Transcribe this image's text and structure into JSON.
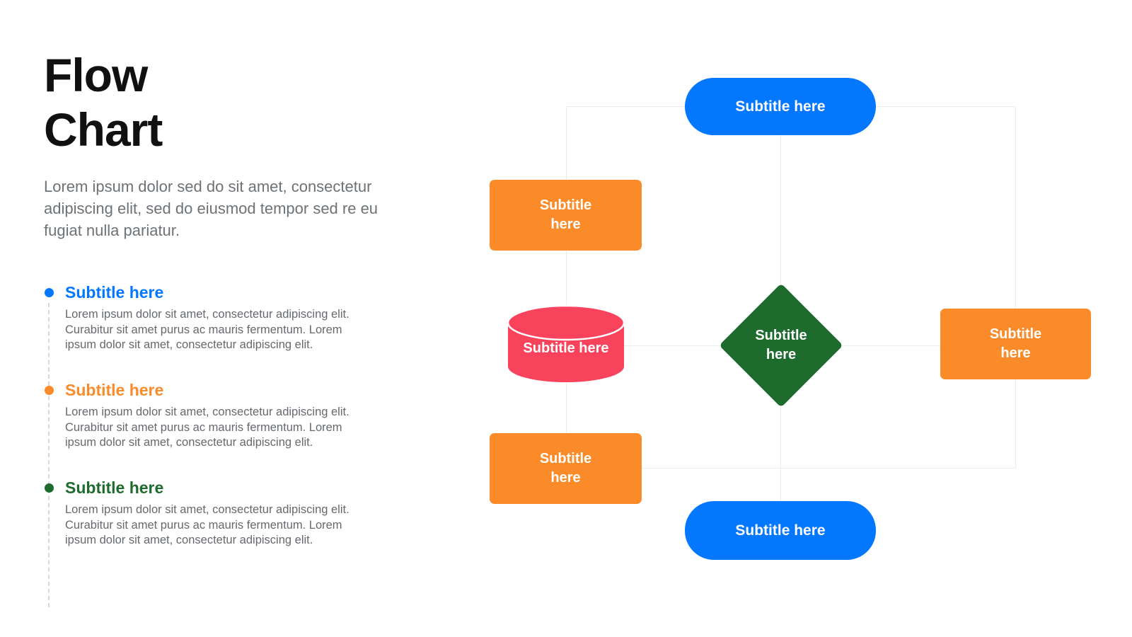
{
  "slide": {
    "title": "Flow\nChart",
    "intro": "Lorem ipsum dolor sed do sit amet, consectetur\nadipiscing elit, sed do eiusmod tempor sed re eu\nfugiat nulla pariatur.",
    "sections": [
      {
        "heading": "Subtitle here",
        "color": "#0377FD",
        "body": "Lorem ipsum dolor sit amet, consectetur adipiscing elit.\nCurabitur sit amet purus ac mauris fermentum. Lorem\nipsum dolor sit amet, consectetur adipiscing elit."
      },
      {
        "heading": "Subtitle here",
        "color": "#FB8B28",
        "body": "Lorem ipsum dolor sit amet, consectetur adipiscing elit.\nCurabitur sit amet purus ac mauris fermentum. Lorem\nipsum dolor sit amet, consectetur adipiscing elit."
      },
      {
        "heading": "Subtitle here",
        "color": "#1E6B2E",
        "body": "Lorem ipsum dolor sit amet, consectetur adipiscing elit.\nCurabitur sit amet purus ac mauris fermentum. Lorem\nipsum dolor sit amet, consectetur adipiscing elit."
      }
    ]
  },
  "flowchart": {
    "connector_color": "#ECECEC",
    "nodes": [
      {
        "id": "start-pill",
        "shape": "pill",
        "label": "Subtitle here",
        "color": "#0377FD"
      },
      {
        "id": "process-upper-left",
        "shape": "rectangle",
        "label": "Subtitle here",
        "color": "#FB8B28"
      },
      {
        "id": "database-cylinder",
        "shape": "cylinder",
        "label": "Subtitle here",
        "color": "#F9425C"
      },
      {
        "id": "decision-diamond",
        "shape": "diamond",
        "label": "Subtitle here",
        "color": "#1E6B2E"
      },
      {
        "id": "process-right",
        "shape": "rectangle",
        "label": "Subtitle here",
        "color": "#FB8B28"
      },
      {
        "id": "process-lower-left",
        "shape": "rectangle",
        "label": "Subtitle here",
        "color": "#FB8B28"
      },
      {
        "id": "end-pill",
        "shape": "pill",
        "label": "Subtitle here",
        "color": "#0377FD"
      }
    ]
  },
  "text_colors": {
    "title": "#111111",
    "intro": "#6D7276",
    "body": "#65696D"
  }
}
